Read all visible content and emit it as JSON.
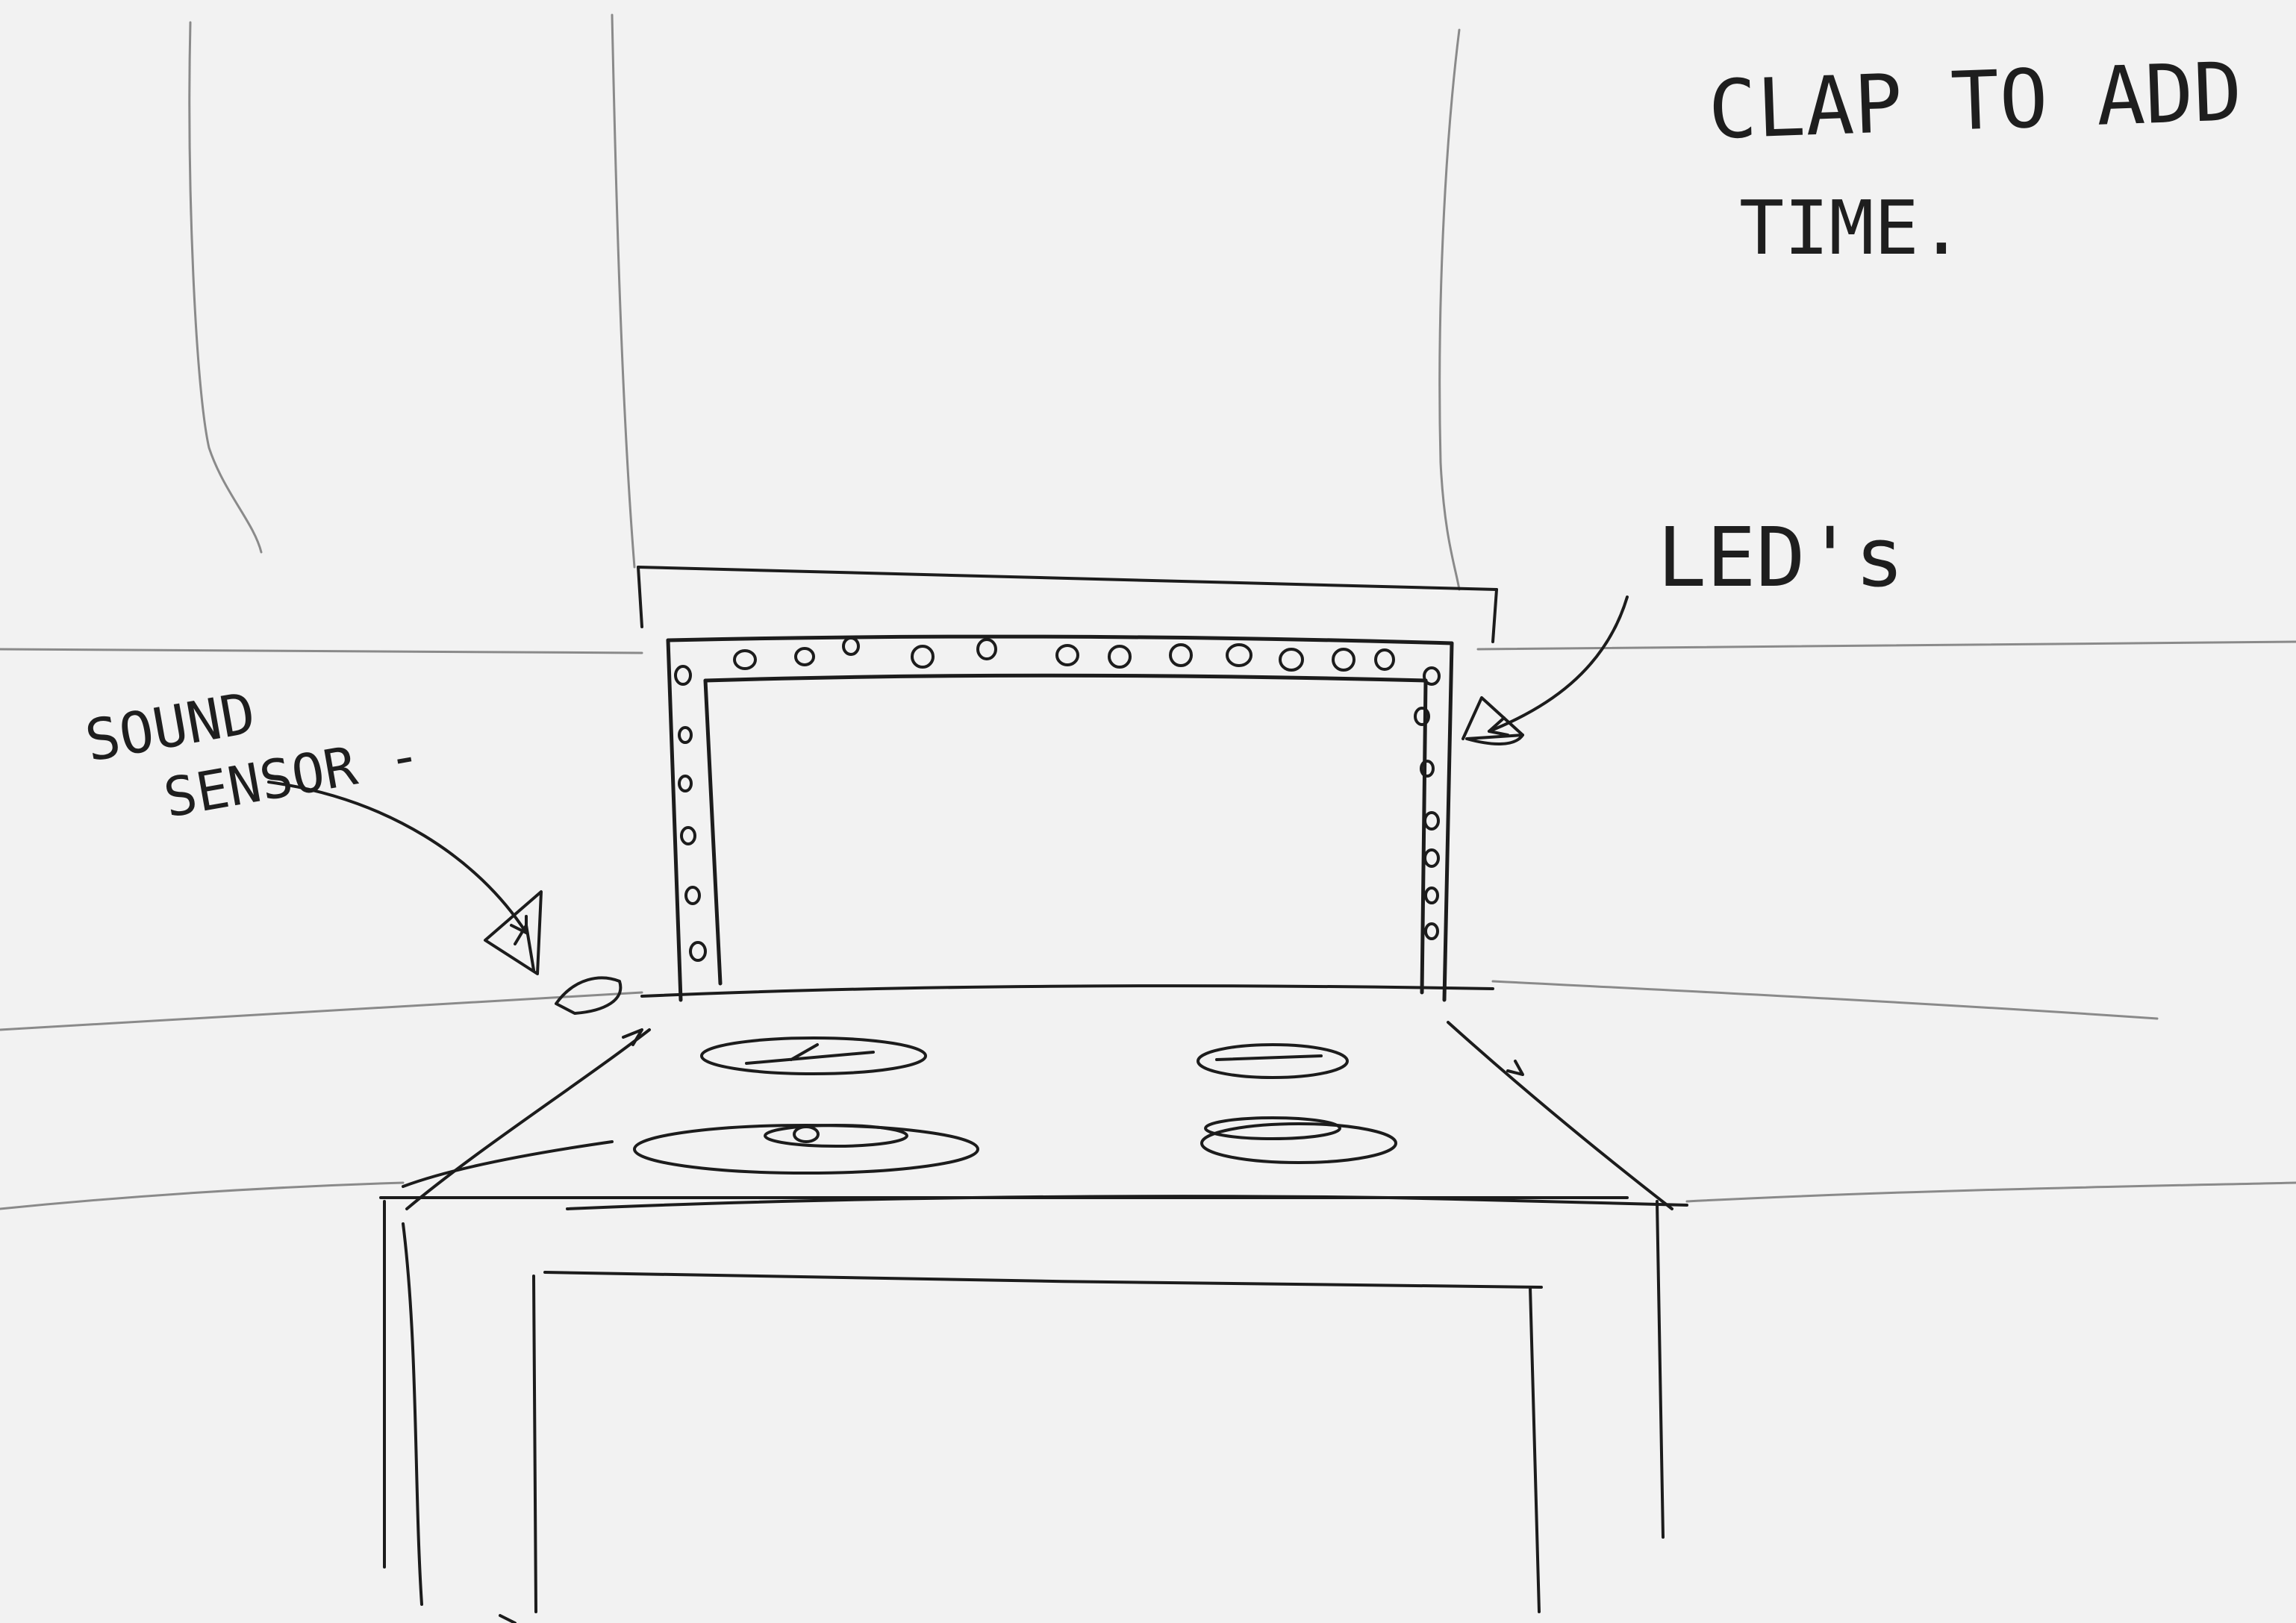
{
  "annotations": {
    "note_line1": "CLAP TO ADD",
    "note_line2": "TIME.",
    "leds_label": "LED's",
    "sound_label_line1": "SOUND",
    "sound_label_line2": "SENSOR -"
  },
  "colors": {
    "paper": "#f2f2f2",
    "ink": "#1c1c1c",
    "pencil": "#8a8a8a"
  }
}
